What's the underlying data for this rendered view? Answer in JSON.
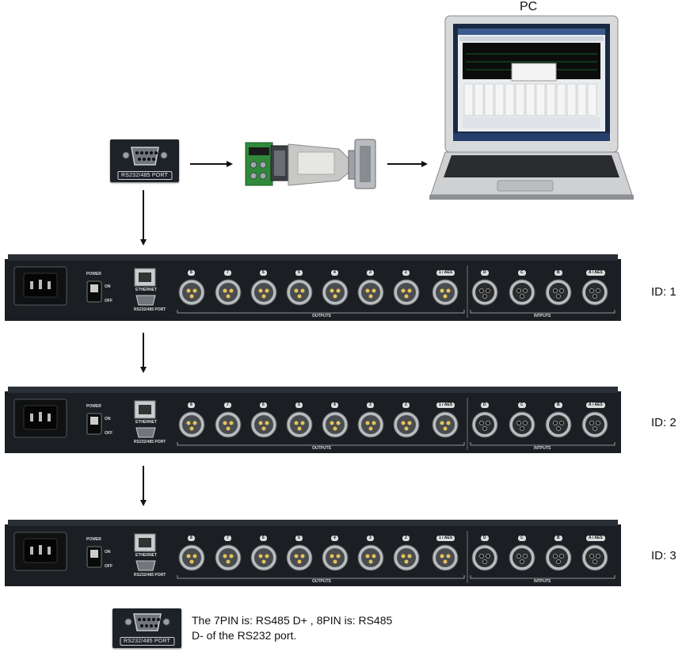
{
  "pc_label": "PC",
  "port_label": "RS232/485 PORT",
  "units": [
    {
      "id_label": "ID: 1"
    },
    {
      "id_label": "ID: 2"
    },
    {
      "id_label": "ID: 3"
    }
  ],
  "rack": {
    "power_label": "POWER",
    "on_label": "ON",
    "off_label": "OFF",
    "ethernet_label": "ETHERNET",
    "port_label": "RS232/485 PORT",
    "outputs_label": "OUTPUTS",
    "inputs_label": "INTPUTS",
    "output_numbers": [
      "8",
      "7",
      "6",
      "5",
      "4",
      "3",
      "2",
      "1 / AES"
    ],
    "input_letters": [
      "D",
      "C",
      "B",
      "A / AES"
    ]
  },
  "note": {
    "line1": "The 7PIN is: RS485 D+ , 8PIN is: RS485",
    "line2": "D- of the RS232 port."
  },
  "colors": {
    "rack_body": "#1b1f24",
    "arrow": "#111111",
    "xlr_metal": "#b9bcbf"
  }
}
